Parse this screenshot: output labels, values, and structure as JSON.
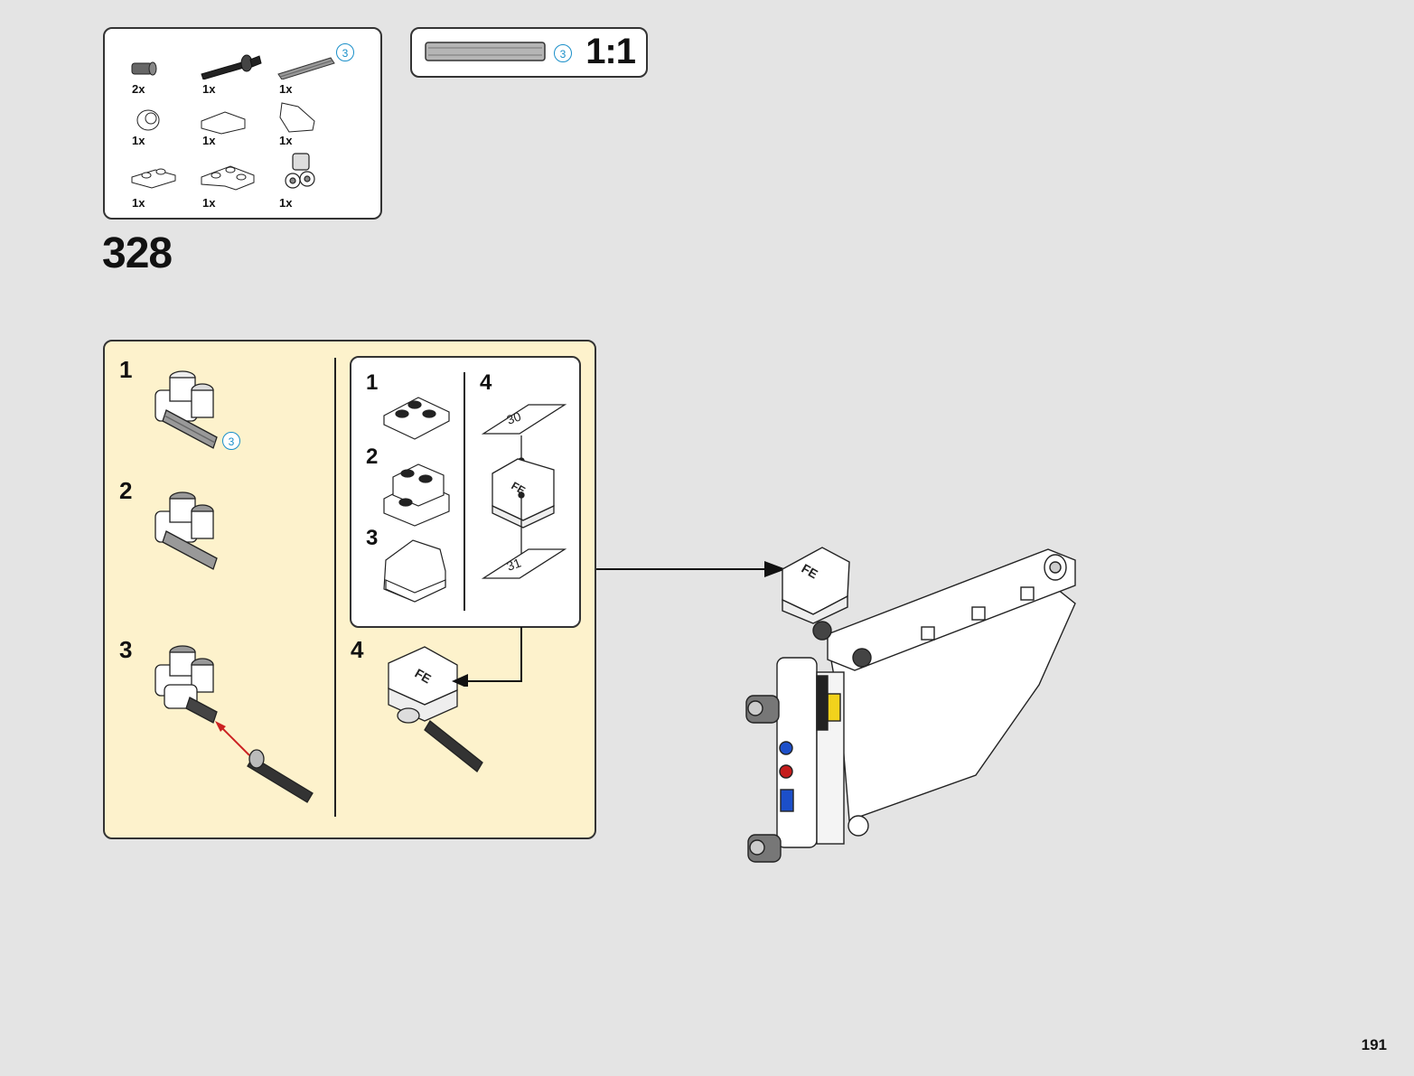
{
  "parts_list": {
    "items": [
      {
        "qty": "2x",
        "icon": "bush-icon"
      },
      {
        "qty": "1x",
        "icon": "axle-pin-black-icon"
      },
      {
        "qty": "1x",
        "icon": "axle-grey-icon",
        "badge": "3"
      },
      {
        "qty": "1x",
        "icon": "round-brick-icon"
      },
      {
        "qty": "1x",
        "icon": "curved-slope-icon"
      },
      {
        "qty": "1x",
        "icon": "wedge-slope-icon"
      },
      {
        "qty": "1x",
        "icon": "plate-1x2-icon"
      },
      {
        "qty": "1x",
        "icon": "plate-2x2-corner-icon"
      },
      {
        "qty": "1x",
        "icon": "cross-block-icon"
      }
    ]
  },
  "scale": {
    "badge": "3",
    "label": "1:1"
  },
  "step": {
    "number": "328"
  },
  "sub_assembly": {
    "left_steps": [
      "1",
      "2",
      "3"
    ],
    "left_badge": "3",
    "inner_left_steps": [
      "1",
      "2",
      "3"
    ],
    "inner_right_step": "4",
    "stickers": [
      "30",
      "31"
    ],
    "result_step": "4"
  },
  "colors": {
    "background": "#e4e4e4",
    "panel": "#fdf2cc",
    "badge": "#1a8fc9",
    "red_arrow": "#cc2222"
  },
  "page": {
    "number": "191"
  }
}
